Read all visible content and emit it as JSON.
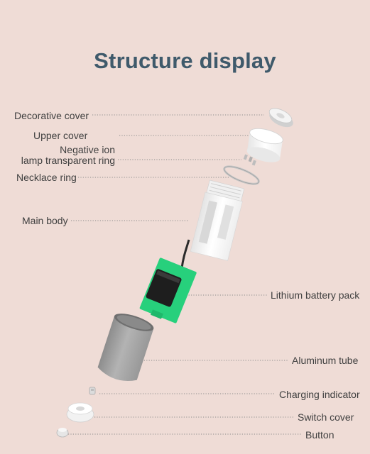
{
  "title": "Structure display",
  "labels": {
    "decorative_cover": "Decorative cover",
    "upper_cover": "Upper cover",
    "negative_ion_line1": "Negative ion",
    "negative_ion_line2": "lamp transparent ring",
    "necklace_ring": "Necklace ring",
    "main_body": "Main body",
    "lithium_battery_pack": "Lithium battery pack",
    "aluminum_tube": "Aluminum tube",
    "charging_indicator": "Charging indicator",
    "switch_cover": "Switch cover",
    "button": "Button"
  },
  "colors": {
    "background": "#efdcd6",
    "title": "#3f5a6b",
    "pcb": "#27d07c",
    "tube": "#a8a8a8"
  }
}
